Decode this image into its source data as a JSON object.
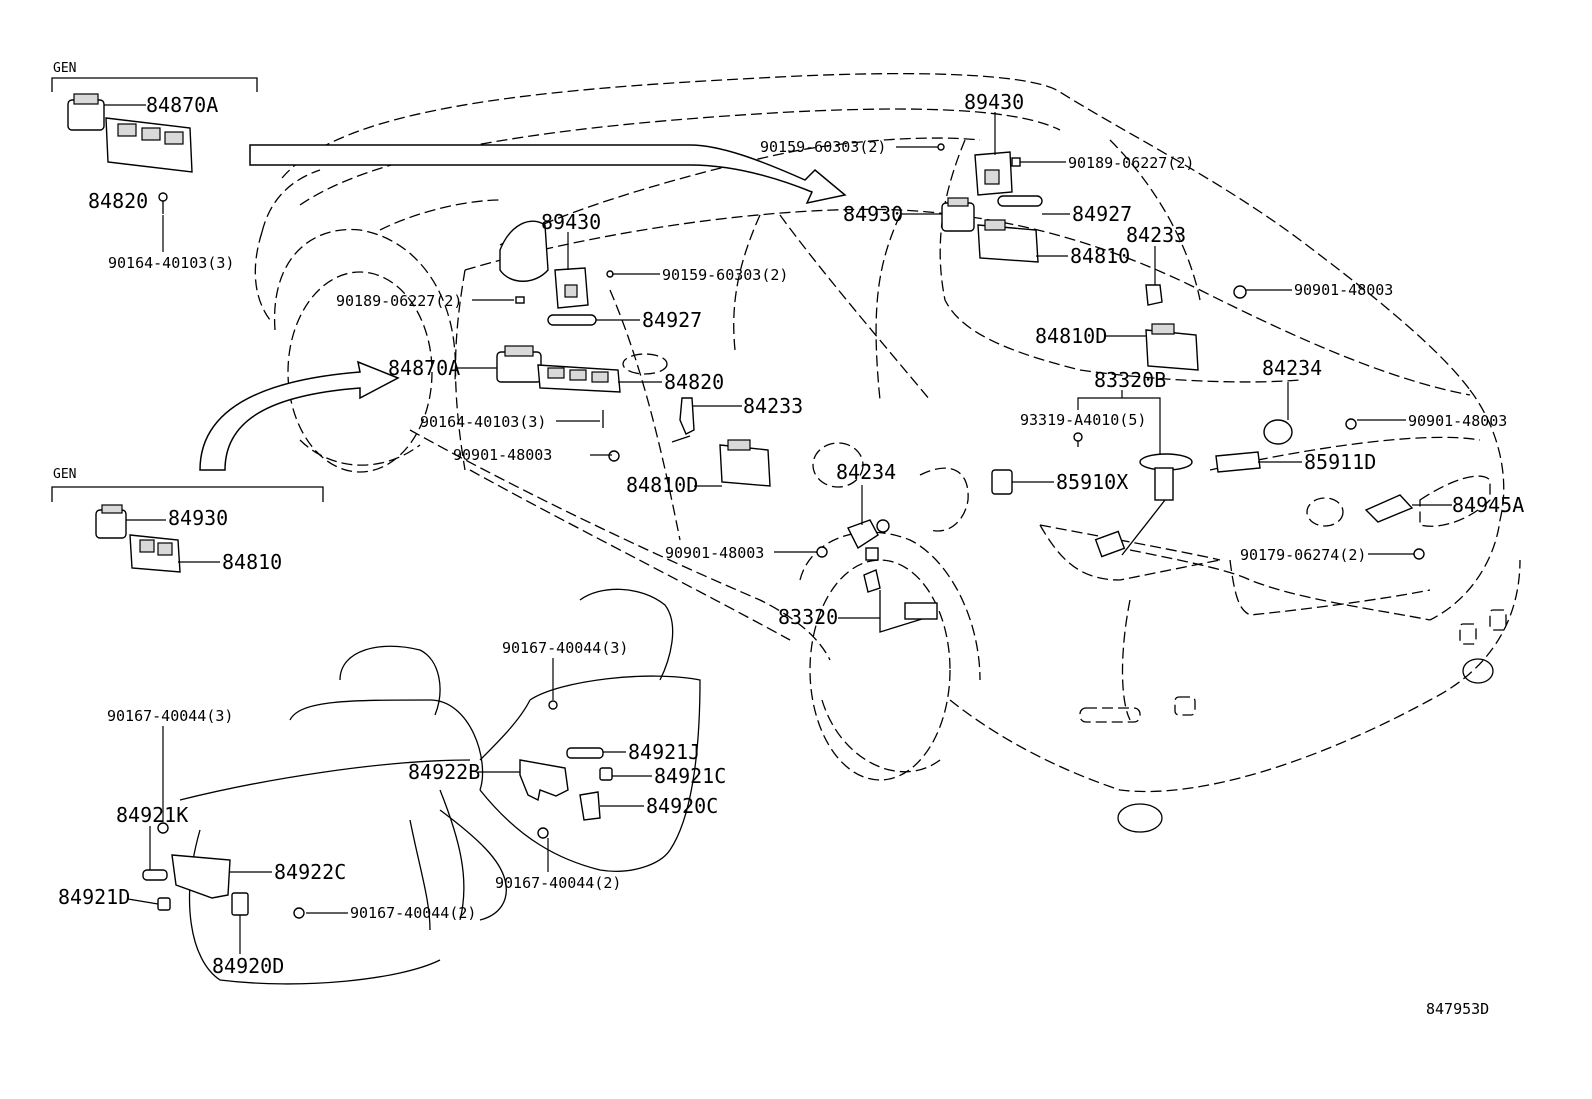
{
  "diagram_id": "847953D",
  "groups": [
    {
      "title": "GEN"
    },
    {
      "title": "GEN"
    }
  ],
  "labels": {
    "g1_84870A": "84870A",
    "g1_84820": "84820",
    "g1_90164": "90164-40103(3)",
    "g2_84930": "84930",
    "g2_84810": "84810",
    "f_89430": "89430",
    "f_90159": "90159-60303(2)",
    "f_90189": "90189-06227(2)",
    "f_84927": "84927",
    "f_84870A": "84870A",
    "f_84820": "84820",
    "f_90164": "90164-40103(3)",
    "f_84233": "84233",
    "f_90901": "90901-48003",
    "f_84810D": "84810D",
    "r_89430": "89430",
    "r_90159": "90159-60303(2)",
    "r_90189": "90189-06227(2)",
    "r_84930": "84930",
    "r_84927": "84927",
    "r_84233": "84233",
    "r_84810": "84810",
    "r_90901a": "90901-48003",
    "r_84810D": "84810D",
    "r_83320B": "83320B",
    "r_93319": "93319-A4010(5)",
    "r_84234a": "84234",
    "r_90901b": "90901-48003",
    "r_85911D": "85911D",
    "r_85910X": "85910X",
    "r_84945A": "84945A",
    "r_90179": "90179-06274(2)",
    "m_84234": "84234",
    "m_90901": "90901-48003",
    "m_83320": "83320",
    "s_90167a": "90167-40044(3)",
    "s_84921J": "84921J",
    "s_84922B": "84922B",
    "s_84921C": "84921C",
    "s_84920C": "84920C",
    "s_90167b": "90167-40044(2)",
    "l_90167a": "90167-40044(3)",
    "l_84921K": "84921K",
    "l_84922C": "84922C",
    "l_84921D": "84921D",
    "l_90167b": "90167-40044(2)",
    "l_84920D": "84920D"
  }
}
